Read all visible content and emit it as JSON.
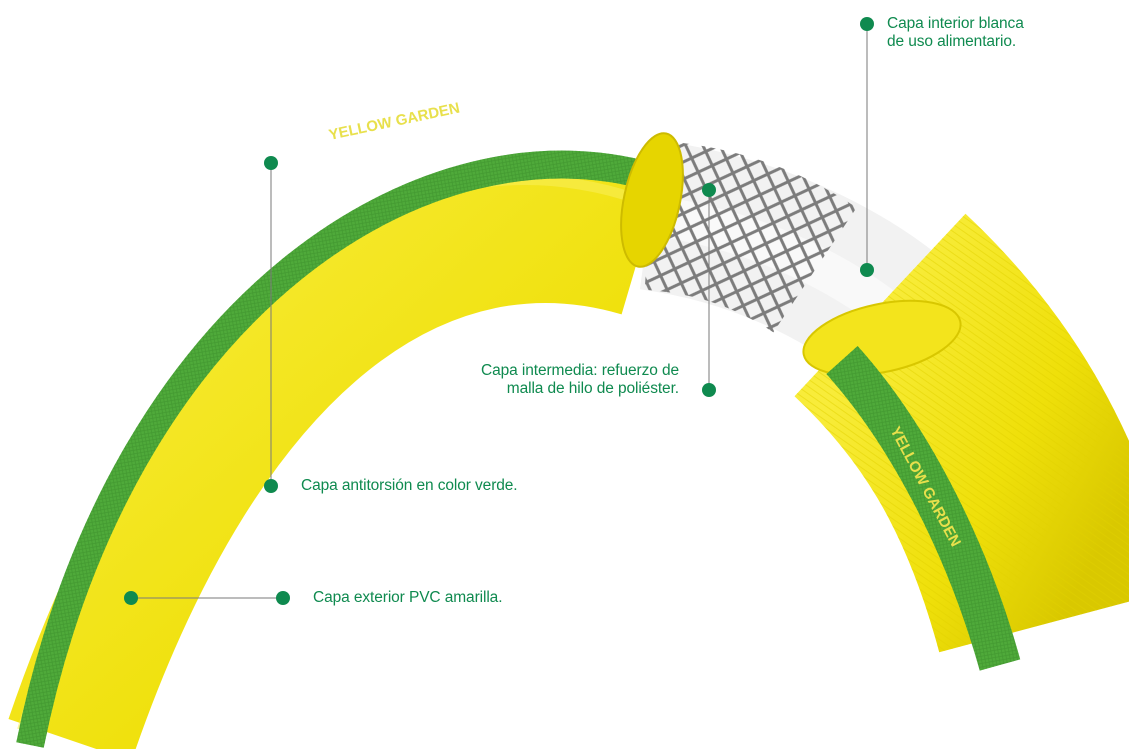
{
  "colors": {
    "hose_yellow": "#f1e20a",
    "stripe_green": "#4faa3a",
    "mesh_gray": "#7c7c7c",
    "inner_white": "#f4f4f4",
    "callout_green": "#0f8a4f"
  },
  "brand": {
    "print_top": "YELLOW GARDEN",
    "print_right": "YELLOW GARDEN"
  },
  "callouts": {
    "inner_white": {
      "line1": "Capa interior blanca",
      "line2": "de uso alimentario."
    },
    "mesh": {
      "line1": "Capa intermedia: refuerzo de",
      "line2": "malla de hilo de poliéster."
    },
    "antitorsion": {
      "text": "Capa antitorsión en color verde."
    },
    "outer_pvc": {
      "text": "Capa exterior PVC amarilla."
    }
  }
}
